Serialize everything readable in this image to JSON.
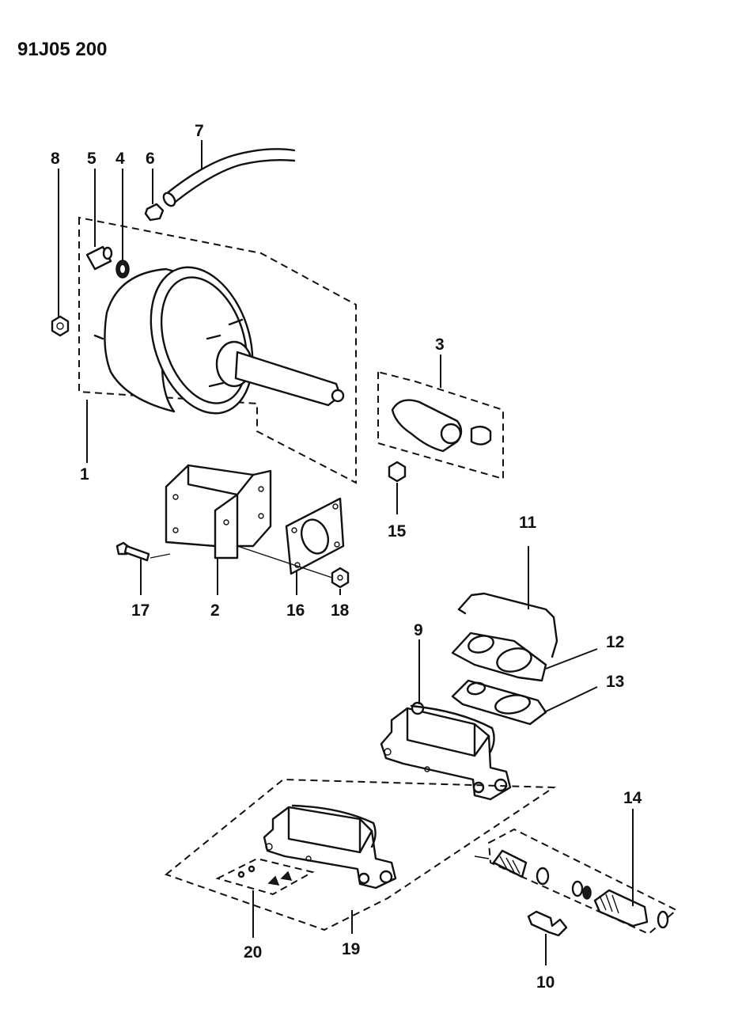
{
  "drawing_number": "91J05 200",
  "callouts": {
    "c1": "1",
    "c2": "2",
    "c3": "3",
    "c4": "4",
    "c5": "5",
    "c6": "6",
    "c7": "7",
    "c8": "8",
    "c9": "9",
    "c10": "10",
    "c11": "11",
    "c12": "12",
    "c13": "13",
    "c14": "14",
    "c15": "15",
    "c16": "16",
    "c17": "17",
    "c18": "18",
    "c19": "19",
    "c20": "20"
  }
}
